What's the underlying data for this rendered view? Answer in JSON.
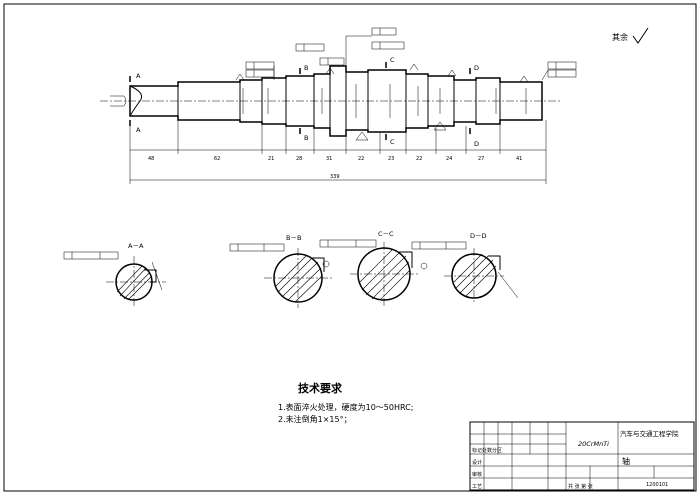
{
  "roughness_note": {
    "label": "其余"
  },
  "section_marks": {
    "A_top": "A",
    "A_bottom": "A",
    "B_top": "B",
    "B_bottom": "B",
    "C_top": "C",
    "C_bottom": "C",
    "D_top": "D",
    "D_bottom": "D"
  },
  "segment_dims": [
    "48",
    "62",
    "21",
    "28",
    "31",
    "22",
    "23",
    "22",
    "24",
    "27",
    "41"
  ],
  "total_length": "339",
  "sections": {
    "a": {
      "title": "A－A"
    },
    "b": {
      "title": "B－B"
    },
    "c": {
      "title": "C－C"
    },
    "d": {
      "title": "D－D"
    }
  },
  "tech_req": {
    "title": "技术要求",
    "line1": "1.表面淬火处理，硬度为10～50HRC;",
    "line2": "2.未注倒角1×15°；"
  },
  "title_block": {
    "material": "20CrMnTi",
    "school": "汽车与交通工程学院",
    "part_name": "轴",
    "drawing_no": "1200101",
    "left_label": "标记处数分区",
    "design": "设计",
    "check": "审核",
    "process": "工艺",
    "sheets": "共 张 第 张"
  }
}
